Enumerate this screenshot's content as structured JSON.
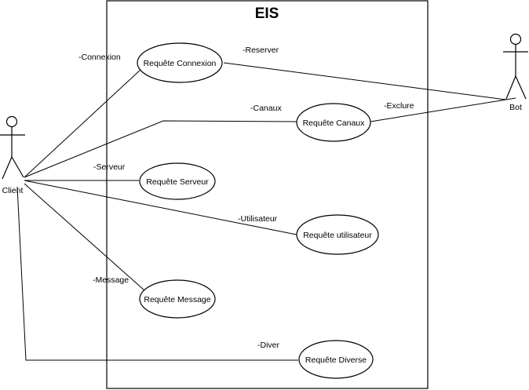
{
  "system": {
    "title": "EIS"
  },
  "actors": [
    {
      "id": "client",
      "name": "Client"
    },
    {
      "id": "bot",
      "name": "Bot"
    }
  ],
  "use_cases": [
    {
      "id": "connexion",
      "label": "Requête Connexion"
    },
    {
      "id": "canaux",
      "label": "Requête Canaux"
    },
    {
      "id": "serveur",
      "label": "Requête Serveur"
    },
    {
      "id": "utilisateur",
      "label": "Requête utilisateur"
    },
    {
      "id": "message",
      "label": "Requête Message"
    },
    {
      "id": "diverse",
      "label": "Requête Diverse"
    }
  ],
  "associations": [
    {
      "id": "a-connexion",
      "from": "client",
      "to": "connexion",
      "label": "-Connexion"
    },
    {
      "id": "a-canaux",
      "from": "client",
      "to": "canaux",
      "label": "-Canaux"
    },
    {
      "id": "a-serveur",
      "from": "client",
      "to": "serveur",
      "label": "-Serveur"
    },
    {
      "id": "a-utilisateur",
      "from": "client",
      "to": "utilisateur",
      "label": "-Utilisateur"
    },
    {
      "id": "a-message",
      "from": "client",
      "to": "message",
      "label": "-Message"
    },
    {
      "id": "a-diverse",
      "from": "client",
      "to": "diverse",
      "label": "-Diver"
    },
    {
      "id": "a-reserver",
      "from": "connexion",
      "to": "bot",
      "label": "-Reserver"
    },
    {
      "id": "a-exclure",
      "from": "canaux",
      "to": "bot",
      "label": "-Exclure"
    }
  ]
}
